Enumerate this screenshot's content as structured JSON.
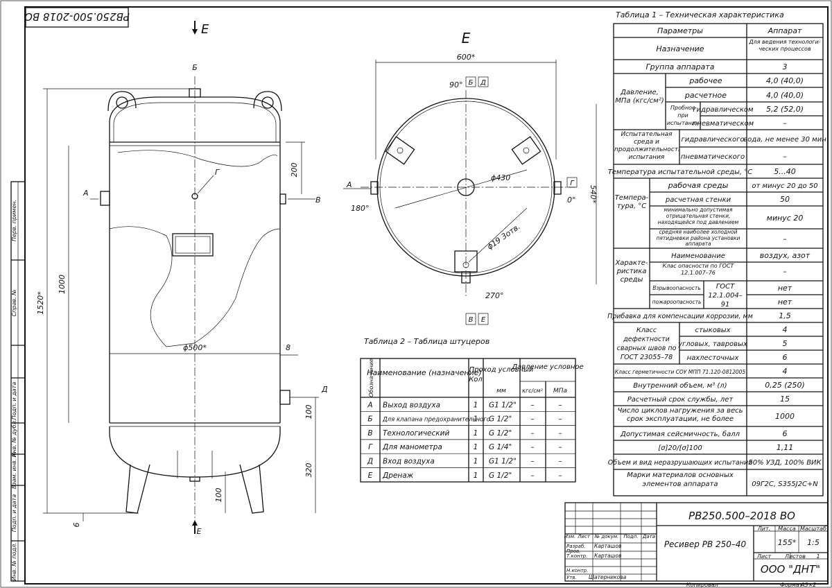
{
  "stamp_corner": "РВ250.500-2018 ВО",
  "views": {
    "section_mark": "Е",
    "view_title": "Е",
    "markers": {
      "a": "А",
      "b": "Б",
      "v": "В",
      "g": "Г",
      "d": "Д",
      "e": "Е"
    },
    "front_dims": {
      "top": "200",
      "height_1000": "1000",
      "total_1520": "1520*",
      "diameter": "ϕ500*",
      "eight": "8",
      "d100": "100",
      "d320": "320",
      "leg100": "100",
      "six": "6"
    },
    "top_dims": {
      "width": "600*",
      "deg90": "90°",
      "deg180": "180°",
      "deg0": "0°",
      "deg270": "270°",
      "d430": "ϕ430",
      "holes": "ϕ19 3отв.",
      "side540": "540*"
    }
  },
  "left_strip": [
    "Перв. примен.",
    "Справ. №",
    "Подп. и дата",
    "Инв. № дубл.",
    "Взам. инв. №",
    "Подп. и дата",
    "Инв. № подл."
  ],
  "table1": {
    "title": "Таблица 1 – Техническая характеристика",
    "header": [
      "Параметры",
      "Аппарат"
    ],
    "purpose": [
      "Назначение",
      "Для ведения технологи-ческих процессов"
    ],
    "group": [
      "Группа аппарата",
      "3"
    ],
    "pressure": {
      "label": "Давление, МПа (кгс/см²)",
      "working": [
        "рабочее",
        "4,0 (40,0)"
      ],
      "design": [
        "расчетное",
        "4,0 (40,0)"
      ],
      "test_label": "Пробное при испытании",
      "hydraulic": [
        "гидравлическом",
        "5,2 (52,0)"
      ],
      "pneumatic": [
        "пневматическом",
        "–"
      ]
    },
    "test_medium": {
      "label": "Испытательная среда и продолжительность испытания",
      "hydraulic": [
        "гидравлического",
        "вода, не менее 30 мин"
      ],
      "pneumatic": [
        "пневматического",
        "–"
      ]
    },
    "test_temp": [
      "Температура испытательной среды, °С",
      "5...40"
    ],
    "temperature": {
      "label": "Темпера-тура, °С",
      "medium": [
        "рабочая среды",
        "от минус 20 до 50"
      ],
      "wall": [
        "расчетная стенки",
        "50"
      ],
      "min_wall": [
        "минимально допустимая отрицательная стенки, находящейся под давлением",
        "минус 20"
      ],
      "avg_cold": [
        "средняя наиболее холодной пятидневки района установки аппарата",
        "–"
      ]
    },
    "medium": {
      "label": "Характе-ристика среды",
      "name": [
        "Наименование",
        "воздух, азот"
      ],
      "hazard": [
        "Клас опасности по ГОСТ 12.1.007–76",
        "–"
      ],
      "explosion": "Взрывоопасность",
      "fire": "пожароопасность",
      "gost": "ГОСТ 12.1.004–91",
      "explosion_val": "нет",
      "fire_val": "нет"
    },
    "corrosion": [
      "Прибавка для компенсации коррозии, мм",
      "1,5"
    ],
    "weld": {
      "label": "Класс дефектности сварных швов по ГОСТ 23055–78",
      "butt": [
        "стыковых",
        "4"
      ],
      "corner": [
        "угловых, тавровых",
        "5"
      ],
      "lap": [
        "нахлесточных",
        "6"
      ]
    },
    "tightness": [
      "Класс герметичности СОУ МПП 71.120-0812005",
      "4"
    ],
    "volume": [
      "Внутренний объем, м³ (л)",
      "0,25 (250)"
    ],
    "service": [
      "Расчетный срок службы, лет",
      "15"
    ],
    "cycles": [
      "Число циклов нагружения за весь срок эксплуатации, не более",
      "1000"
    ],
    "seismic": [
      "Допустимая сейсмичность, балл",
      "6"
    ],
    "ratio": [
      "[σ]20/[σ]100",
      "1,11"
    ],
    "ndt": [
      "Объем и вид неразрушающих испытаний",
      "50% УЗД, 100% ВИК"
    ],
    "materials": [
      "Марки материалов основных элементов аппарата",
      "09Г2С, S355J2C+N"
    ]
  },
  "table2": {
    "title": "Таблица 2 – Таблица штуцеров",
    "headers": {
      "designation": "Обозначение",
      "name": "Наименование (назначение)",
      "qty": "Кол",
      "bore": "Проход условный",
      "bore_unit": "мм",
      "pressure": "Давление условное",
      "p_kgs": "кгс/см²",
      "p_mpa": "МПа"
    },
    "rows": [
      {
        "d": "А",
        "n": "Выход воздуха",
        "q": "1",
        "b": "G1 1/2\"",
        "k": "–",
        "m": "–"
      },
      {
        "d": "Б",
        "n": "Для клапана предохранительного",
        "q": "1",
        "b": "G 1/2\"",
        "k": "–",
        "m": "–"
      },
      {
        "d": "В",
        "n": "Технологический",
        "q": "1",
        "b": "G 1/2\"",
        "k": "–",
        "m": "–"
      },
      {
        "d": "Г",
        "n": "Для манометра",
        "q": "1",
        "b": "G 1/4\"",
        "k": "–",
        "m": "–"
      },
      {
        "d": "Д",
        "n": "Вход воздуха",
        "q": "1",
        "b": "G1 1/2\"",
        "k": "–",
        "m": "–"
      },
      {
        "d": "Е",
        "n": "Дренаж",
        "q": "1",
        "b": "G 1/2\"",
        "k": "–",
        "m": "–"
      }
    ]
  },
  "title_block": {
    "code": "РВ250.500–2018 ВО",
    "name": "Ресивер РВ 250–40",
    "col_lit": "Лит.",
    "col_mass": "Масса",
    "col_scale": "Масштаб",
    "mass": "155*",
    "scale": "1:5",
    "sheet": "Лист",
    "sheets": "Листов",
    "sheets_val": "1",
    "company": "ООО \"ДНТ\"",
    "copied": "Копировал",
    "format": "Формат",
    "format_val": "А3×2",
    "cols": [
      "Изм.",
      "Лист",
      "№ докум.",
      "Подп.",
      "Дата"
    ],
    "roles": [
      "Разраб.",
      "Пров.",
      "Т.контр.",
      "",
      "Н.контр.",
      "Утв."
    ],
    "names": [
      "Карташов",
      "",
      "Карташов",
      "",
      "",
      "Шатерникова"
    ]
  }
}
